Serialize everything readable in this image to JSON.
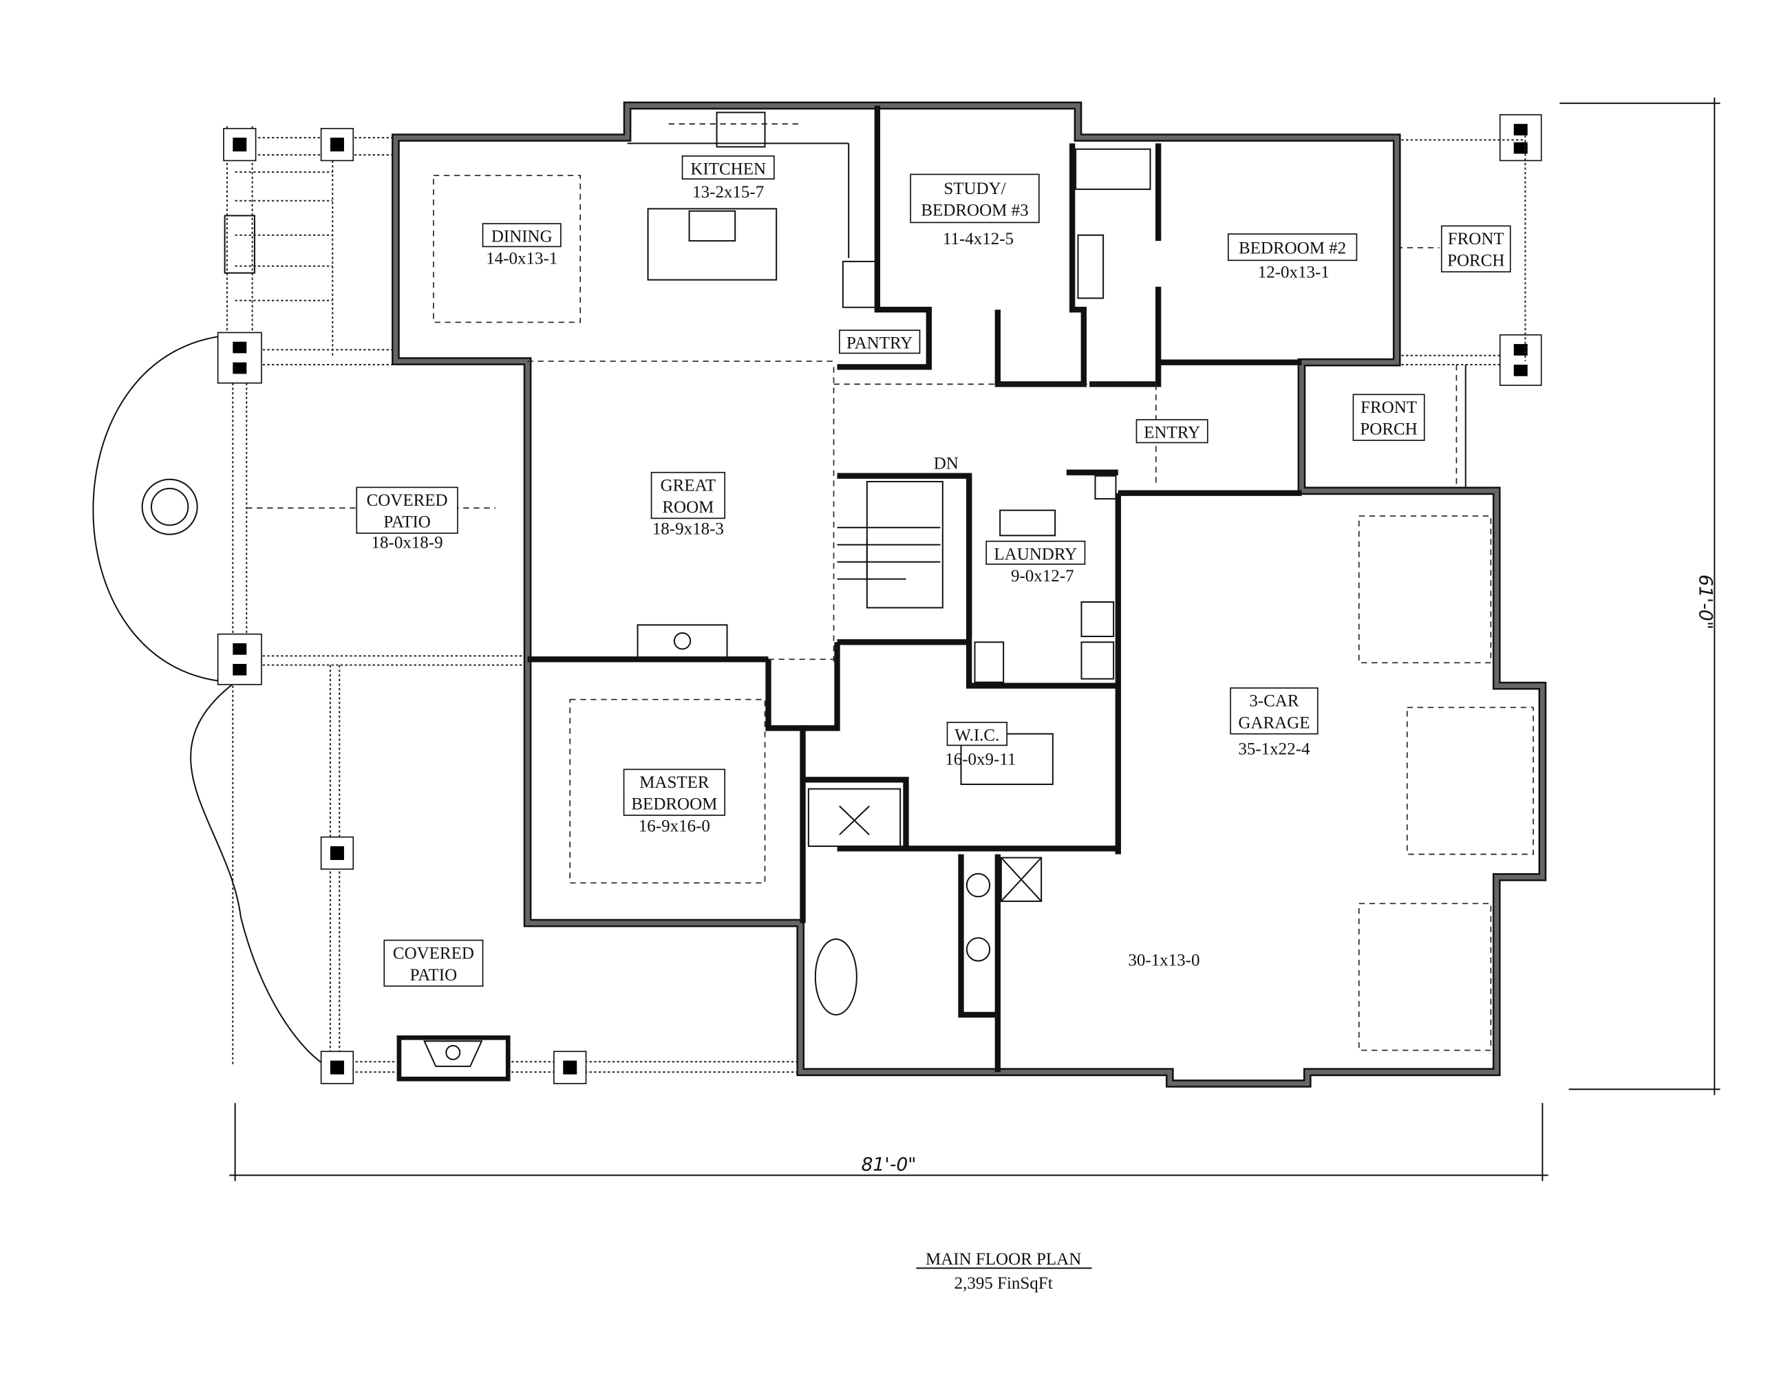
{
  "title": {
    "name": "MAIN FLOOR PLAN",
    "area": "2,395 FinSqFt"
  },
  "dimensions": {
    "width": "81'-0\"",
    "depth": "61'-0\""
  },
  "stair_label": "DN",
  "garage_bay": "30-1x13-0",
  "rooms": [
    {
      "name_lines": [
        "KITCHEN"
      ],
      "size": "13-2x15-7"
    },
    {
      "name_lines": [
        "DINING"
      ],
      "size": "14-0x13-1"
    },
    {
      "name_lines": [
        "STUDY/",
        "BEDROOM #3"
      ],
      "size": "11-4x12-5"
    },
    {
      "name_lines": [
        "BEDROOM #2"
      ],
      "size": "12-0x13-1"
    },
    {
      "name_lines": [
        "FRONT",
        "PORCH"
      ],
      "size": ""
    },
    {
      "name_lines": [
        "PANTRY"
      ],
      "size": ""
    },
    {
      "name_lines": [
        "ENTRY"
      ],
      "size": ""
    },
    {
      "name_lines": [
        "FRONT",
        "PORCH"
      ],
      "size": ""
    },
    {
      "name_lines": [
        "GREAT",
        "ROOM"
      ],
      "size": "18-9x18-3"
    },
    {
      "name_lines": [
        "COVERED",
        "PATIO"
      ],
      "size": "18-0x18-9"
    },
    {
      "name_lines": [
        "LAUNDRY"
      ],
      "size": "9-0x12-7"
    },
    {
      "name_lines": [
        "3-CAR",
        "GARAGE"
      ],
      "size": "35-1x22-4"
    },
    {
      "name_lines": [
        "W.I.C."
      ],
      "size": "16-0x9-11"
    },
    {
      "name_lines": [
        "MASTER",
        "BEDROOM"
      ],
      "size": "16-9x16-0"
    },
    {
      "name_lines": [
        "COVERED",
        "PATIO"
      ],
      "size": ""
    }
  ]
}
